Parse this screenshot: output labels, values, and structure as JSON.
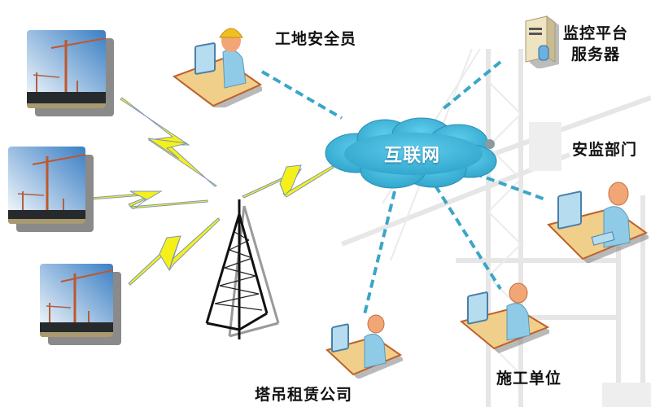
{
  "diagram": {
    "title": "",
    "hub": {
      "label": "互联网",
      "icon": "cloud-icon",
      "color": "#3cb6d8"
    },
    "nodes": [
      {
        "id": "site_safety_officer",
        "label": "工地安全员",
        "icon": "worker-hardhat-computer-icon"
      },
      {
        "id": "monitoring_server",
        "label_line1": "监控平台",
        "label_line2": "服务器",
        "icon": "server-icon"
      },
      {
        "id": "safety_supervision",
        "label": "安监部门",
        "icon": "user-computer-icon"
      },
      {
        "id": "construction_unit",
        "label": "施工单位",
        "icon": "user-computer-icon"
      },
      {
        "id": "crane_rental",
        "label": "塔吊租赁公司",
        "icon": "user-computer-icon"
      }
    ],
    "sites": [
      {
        "id": "site_1",
        "icon": "construction-site-photo"
      },
      {
        "id": "site_2",
        "icon": "construction-site-photo"
      },
      {
        "id": "site_3",
        "icon": "construction-site-photo"
      }
    ],
    "tower": {
      "icon": "radio-tower-icon"
    },
    "links": {
      "wireless": [
        "site_1 -> tower",
        "site_2 -> tower",
        "site_3 -> tower",
        "tower -> hub"
      ],
      "wired_dashed": [
        "site_safety_officer -> hub",
        "monitoring_server -> hub",
        "safety_supervision -> hub",
        "construction_unit -> hub",
        "crane_rental -> hub"
      ]
    },
    "colors": {
      "dashed_link": "#3aa6c6",
      "lightning": "#f5f01a",
      "lightning_edge": "#5a7fb0",
      "desk": "#f0cf8a",
      "person": "#8fcbe6",
      "face": "#f2a675",
      "hardhat": "#f0c020"
    }
  }
}
